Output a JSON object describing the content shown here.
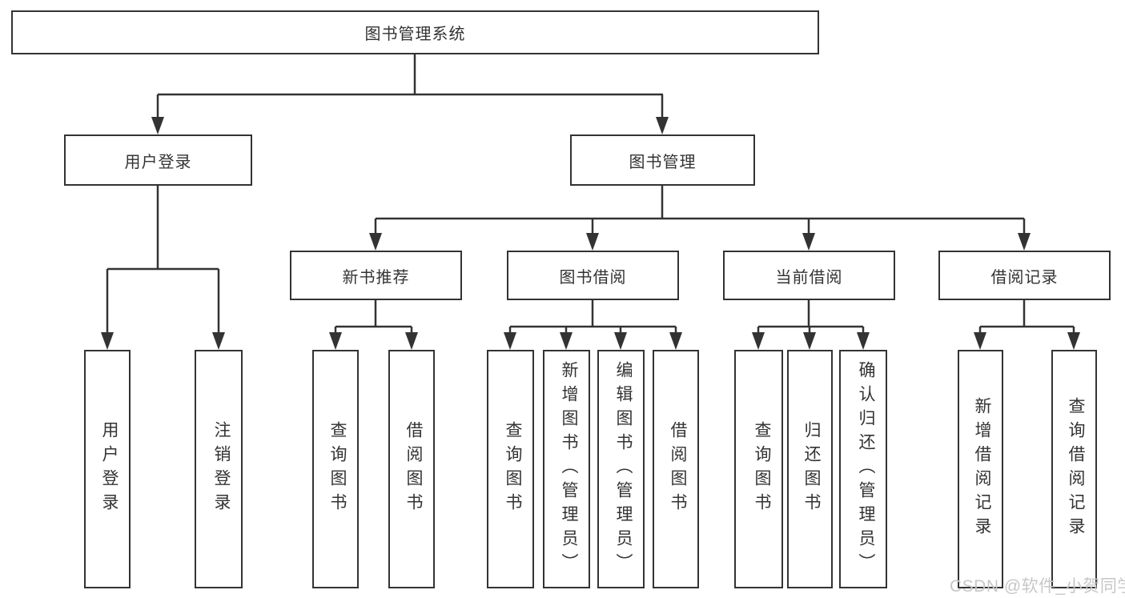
{
  "diagram": {
    "root": {
      "label": "图书管理系统"
    },
    "branches": [
      {
        "label": "用户登录",
        "children": [
          {
            "label": "用户登录"
          },
          {
            "label": "注销登录"
          }
        ]
      },
      {
        "label": "图书管理",
        "sections": [
          {
            "label": "新书推荐",
            "children": [
              {
                "label": "查询图书"
              },
              {
                "label": "借阅图书"
              }
            ]
          },
          {
            "label": "图书借阅",
            "children": [
              {
                "label": "查询图书"
              },
              {
                "label": "新增图书（管理员）"
              },
              {
                "label": "编辑图书（管理员）"
              },
              {
                "label": "借阅图书"
              }
            ]
          },
          {
            "label": "当前借阅",
            "children": [
              {
                "label": "查询图书"
              },
              {
                "label": "归还图书"
              },
              {
                "label": "确认归还（管理员）"
              }
            ]
          },
          {
            "label": "借阅记录",
            "children": [
              {
                "label": "新增借阅记录"
              },
              {
                "label": "查询借阅记录"
              }
            ]
          }
        ]
      }
    ]
  },
  "watermark": {
    "text": "CSDN @软件_小贺同学"
  },
  "colors": {
    "line": "#333333",
    "box_border": "#333333",
    "text": "#333333",
    "watermark": "#c7c7c7",
    "background": "#ffffff"
  }
}
